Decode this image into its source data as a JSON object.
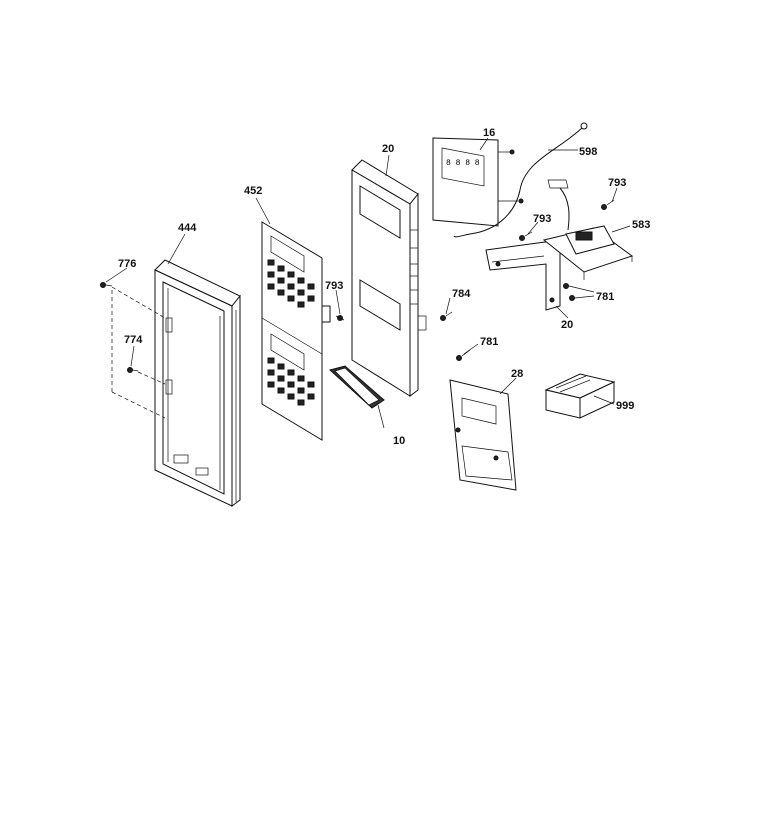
{
  "callouts": {
    "part_444": "444",
    "part_452": "452",
    "part_20_top": "20",
    "part_16": "16",
    "part_598": "598",
    "part_793_right": "793",
    "part_583": "583",
    "part_793_mid": "793",
    "part_781_right": "781",
    "part_20_bottom": "20",
    "part_776": "776",
    "part_774": "774",
    "part_793_left": "793",
    "part_784": "784",
    "part_781_mid": "781",
    "part_28": "28",
    "part_999": "999",
    "part_10": "10"
  }
}
